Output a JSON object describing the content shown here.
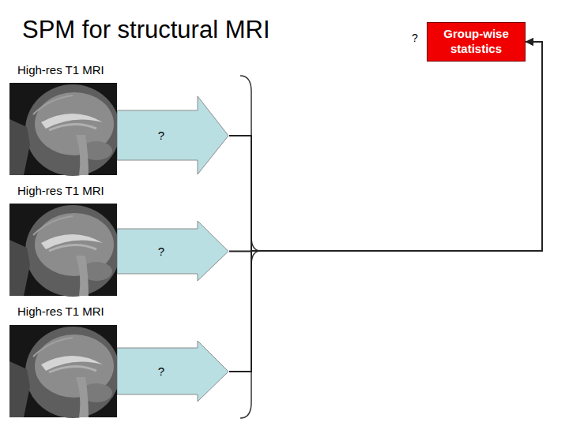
{
  "diagram": {
    "title": "SPM for structural MRI",
    "nodes": [
      {
        "text": [
          "?"
        ]
      },
      {
        "text": [
          "?"
        ]
      },
      {
        "text": [
          "?"
        ]
      },
      {
        "text": [
          "Group-wise statistics"
        ]
      }
    ],
    "edges": [
      {
        "from": 0,
        "to": 3,
        "arrow": "to"
      },
      {
        "from": 1,
        "to": 3,
        "arrow": "to"
      },
      {
        "from": 2,
        "to": 3,
        "arrow": "to"
      }
    ],
    "labels": [
      "High-res T1 MRI",
      "High-res T1 MRI",
      "High-res T1 MRI",
      "?"
    ]
  }
}
